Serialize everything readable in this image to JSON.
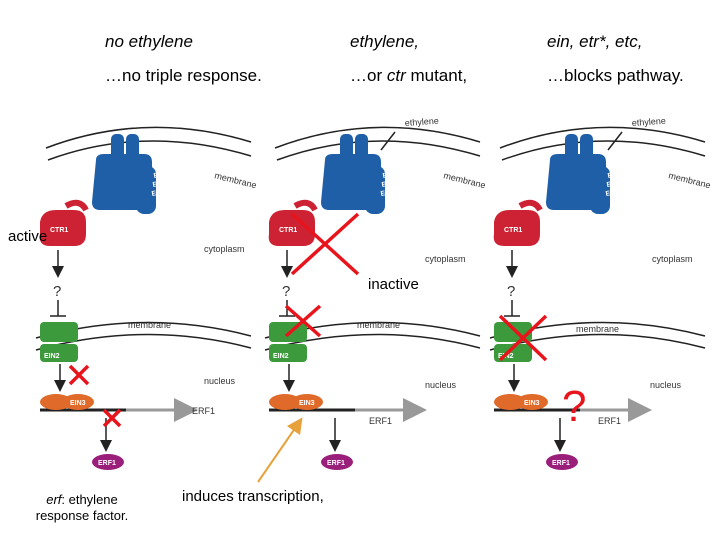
{
  "headers": {
    "col1_line1": "no ethylene",
    "col1_line2": "…no triple response.",
    "col2_line1": "ethylene,",
    "col2_line2_pre": "…or ",
    "col2_line2_em": "ctr",
    "col2_line2_post": " mutant,",
    "col3_line1": "ein, etr*, etc,",
    "col3_line2": "…blocks pathway."
  },
  "annotations": {
    "active": "active",
    "inactive": "inactive",
    "induces": "induces transcription,",
    "erf_em": "erf",
    "erf_rest": ": ethylene",
    "erf_line2": "response factor.",
    "big_question": "?"
  },
  "diagram": {
    "ethylene": "ethylene",
    "membrane": "membrane",
    "cytoplasm": "cytoplasm",
    "nucleus": "nucleus",
    "erf1": "ERF1",
    "question": "?",
    "receptors": [
      "ETR1",
      "ERS1",
      "ETR2",
      "EIN4",
      "ERS2"
    ],
    "ctr1": "CTR1",
    "ein2": "EIN2",
    "ein3": "EIN3",
    "erf1_protein": "ERF1"
  },
  "colors": {
    "receptor": "#1f5fa8",
    "ctr1": "#cc2233",
    "ein2": "#3c9a3c",
    "ein3": "#e06a2a",
    "erf1_protein": "#9a1f7a",
    "red_cross": "#e8141c",
    "orange_arrow": "#e8a23c"
  }
}
